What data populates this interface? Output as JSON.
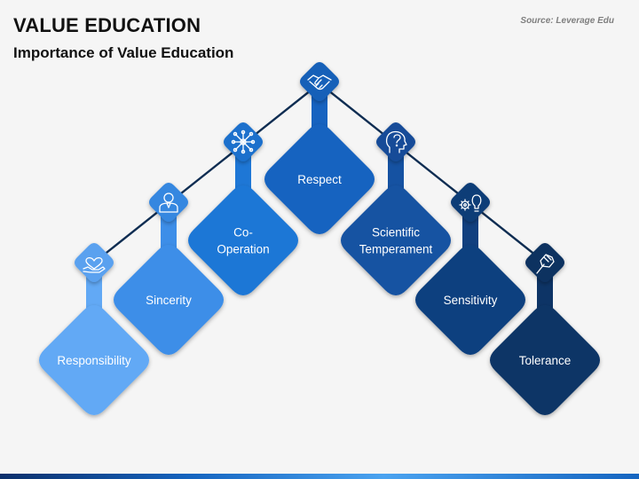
{
  "header": {
    "title": "VALUE EDUCATION",
    "subtitle": "Importance of Value Education",
    "source": "Source: Leverage Edu"
  },
  "values": [
    {
      "lines": [
        "Responsibility"
      ],
      "icon": "heart-in-hand-icon",
      "color": "#62a9f5",
      "icon_color": "#5aa1ef"
    },
    {
      "lines": [
        "Sincerity"
      ],
      "icon": "person-icon",
      "color": "#3d8ee8",
      "icon_color": "#3687e0"
    },
    {
      "lines": [
        "Co-",
        "Operation"
      ],
      "icon": "network-icon",
      "color": "#1e77d6",
      "icon_color": "#1a70cc"
    },
    {
      "lines": [
        "Respect"
      ],
      "icon": "handshake-icon",
      "color": "#1663c0",
      "icon_color": "#1560b8"
    },
    {
      "lines": [
        "Scientific",
        "Temperament"
      ],
      "icon": "head-question-icon",
      "color": "#1552a2",
      "icon_color": "#134c98"
    },
    {
      "lines": [
        "Sensitivity"
      ],
      "icon": "idea-gears-icon",
      "color": "#11407f",
      "icon_color": "#103c77"
    },
    {
      "lines": [
        "Tolerance"
      ],
      "icon": "raised-fist-icon",
      "color": "#0d3466",
      "icon_color": "#0c3060"
    }
  ]
}
